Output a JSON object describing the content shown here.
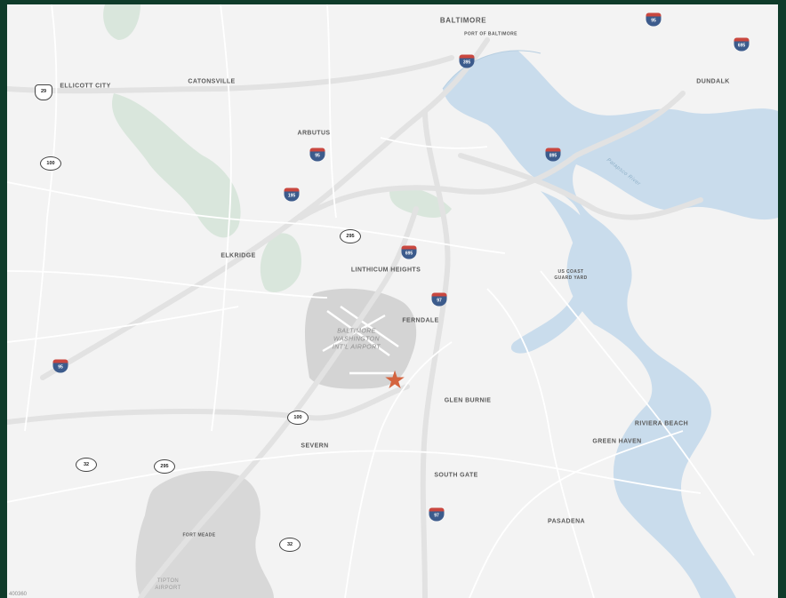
{
  "colors": {
    "frame": "#0f3b2a",
    "land": "#f3f3f3",
    "water": "#c9dcec",
    "park": "#d9e6dc",
    "airport": "#d4d4d4",
    "road": "#ffffff",
    "highway": "#e2e2e2",
    "marker": "#d4643f"
  },
  "places": {
    "baltimore": "BALTIMORE",
    "port_of_baltimore": "PORT OF BALTIMORE",
    "ellicott_city": "ELLICOTT CITY",
    "catonsville": "CATONSVILLE",
    "dundalk": "DUNDALK",
    "arbutus": "ARBUTUS",
    "elkridge": "ELKRIDGE",
    "linthicum_heights": "LINTHICUM HEIGHTS",
    "us_coast_guard_yard": "US COAST GUARD YARD",
    "ferndale": "FERNDALE",
    "airport": "BALTIMORE WASHINGTON INT'L AIRPORT",
    "glen_burnie": "GLEN BURNIE",
    "riviera_beach": "RIVIERA BEACH",
    "green_haven": "GREEN HAVEN",
    "severn": "SEVERN",
    "south_gate": "SOUTH GATE",
    "pasadena": "PASADENA",
    "fort_meade": "FORT MEADE",
    "tipton_airport": "TIPTON AIRPORT",
    "patapsco_river": "Patapsco River"
  },
  "shields": {
    "i95_top_right": "95",
    "i695_right": "695",
    "i395": "395",
    "i95_arbutus": "95",
    "i895": "895",
    "i195": "195",
    "md295_north": "295",
    "i695_linthicum": "695",
    "i97_north": "97",
    "i95_west": "95",
    "md100_east": "100",
    "md32_west": "32",
    "md295_south": "295",
    "md32_south": "32",
    "i97_south": "97",
    "us29": "29",
    "md100_west": "100"
  },
  "marker": {
    "icon": "star-icon",
    "glyph": "★"
  },
  "map_code": "400360"
}
